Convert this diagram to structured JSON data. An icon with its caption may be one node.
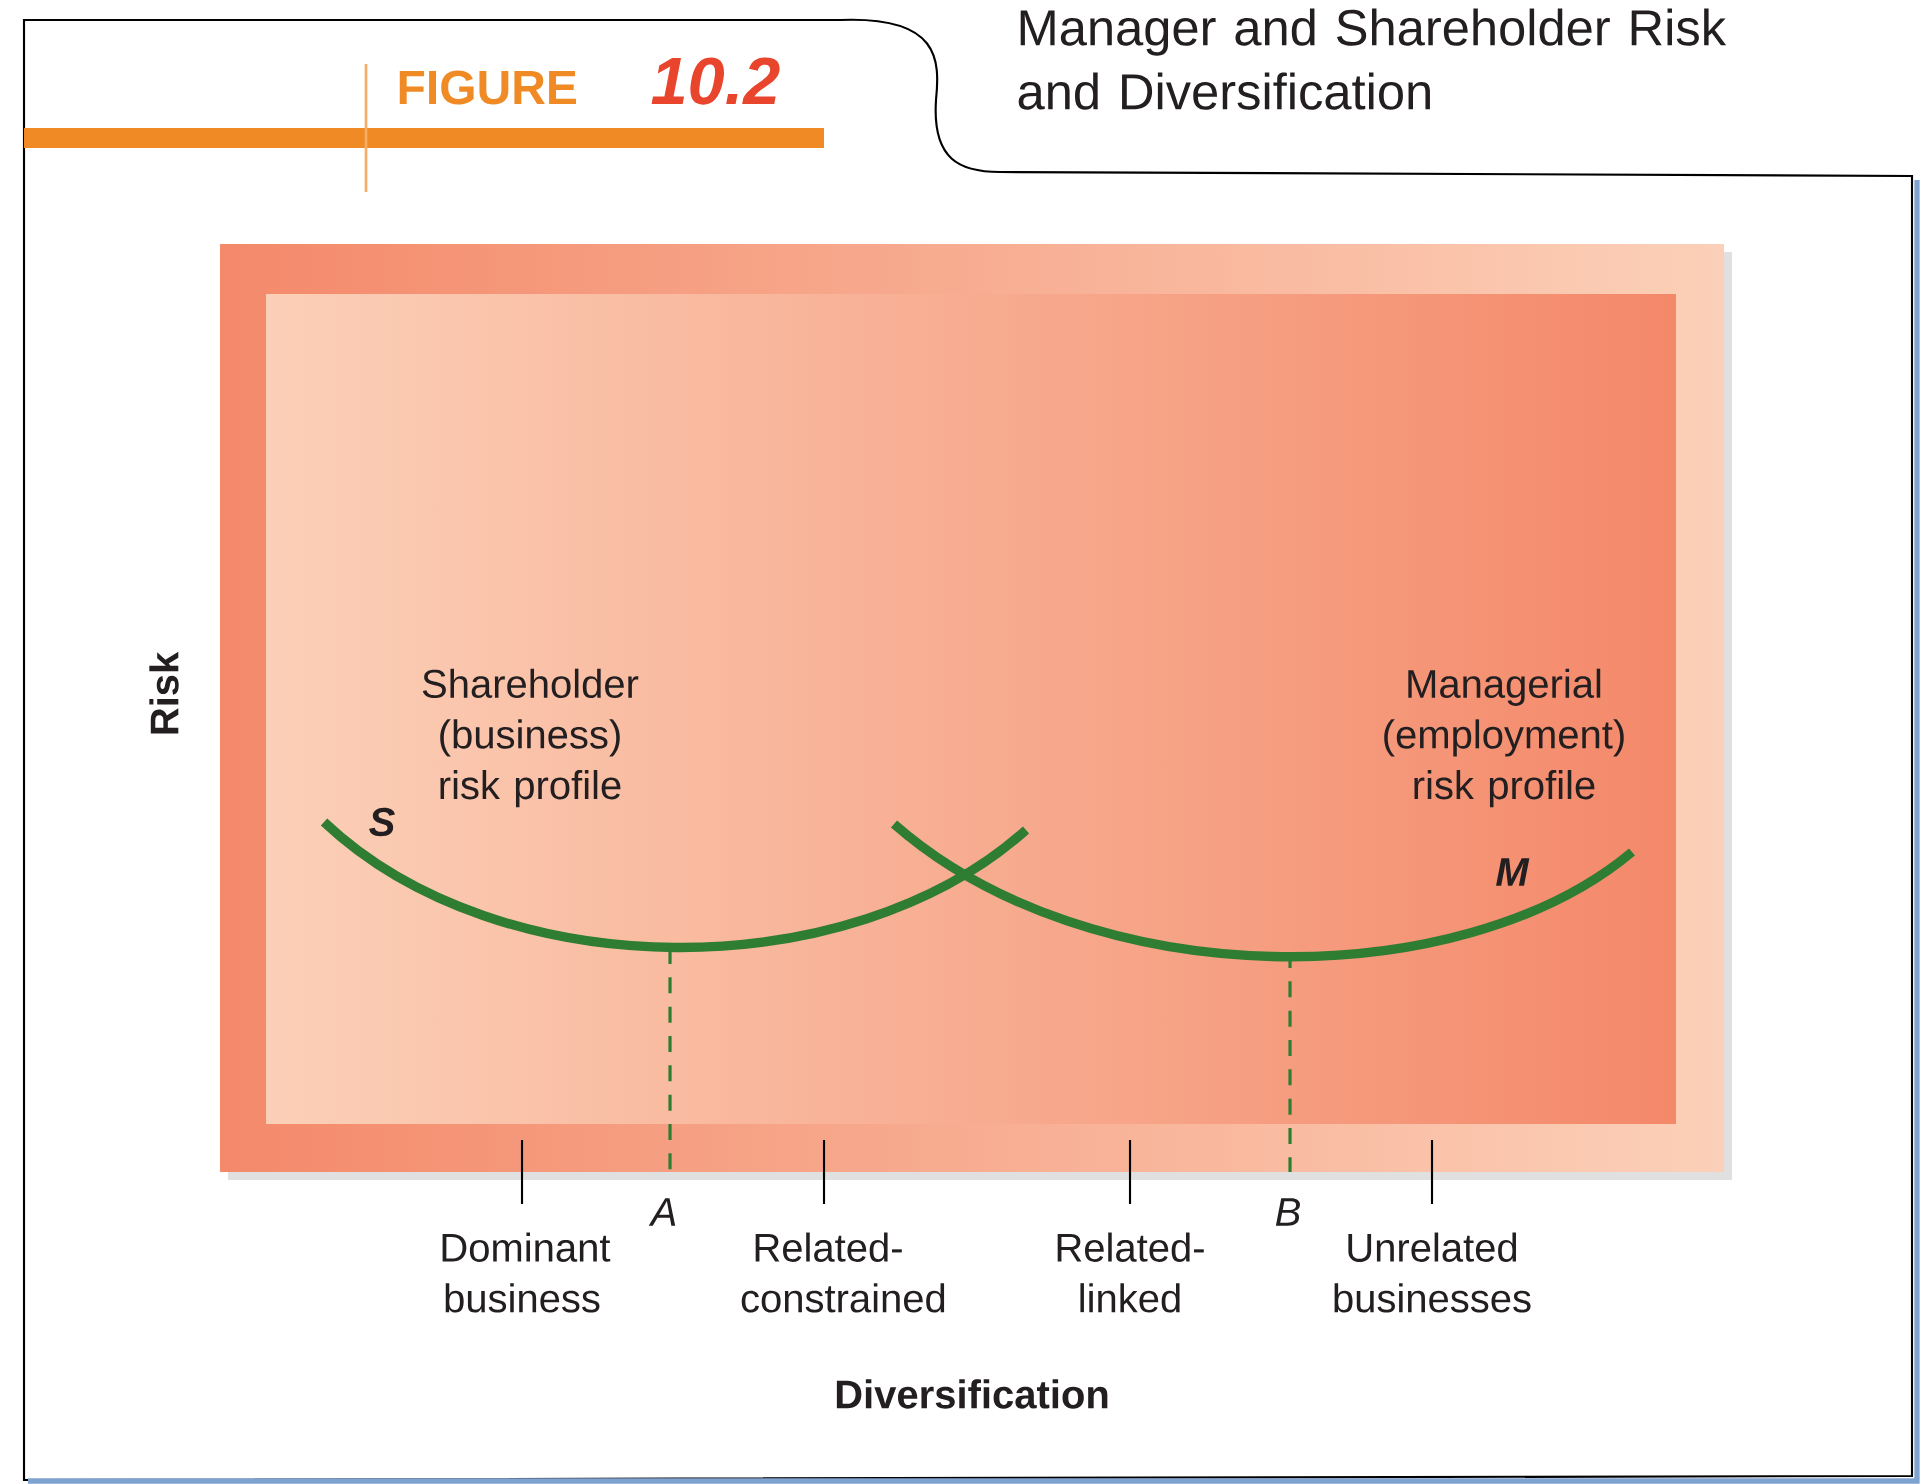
{
  "diagram": {
    "title": "Manager and Shareholder Risk and Diversification",
    "labels": [
      "FIGURE",
      "10.2",
      "Risk",
      "Shareholder (business) risk profile",
      "S",
      "Managerial (employment) risk profile",
      "M",
      "A",
      "B",
      "Dominant business",
      "Related-constrained",
      "Related-linked",
      "Unrelated businesses",
      "Diversification"
    ]
  }
}
